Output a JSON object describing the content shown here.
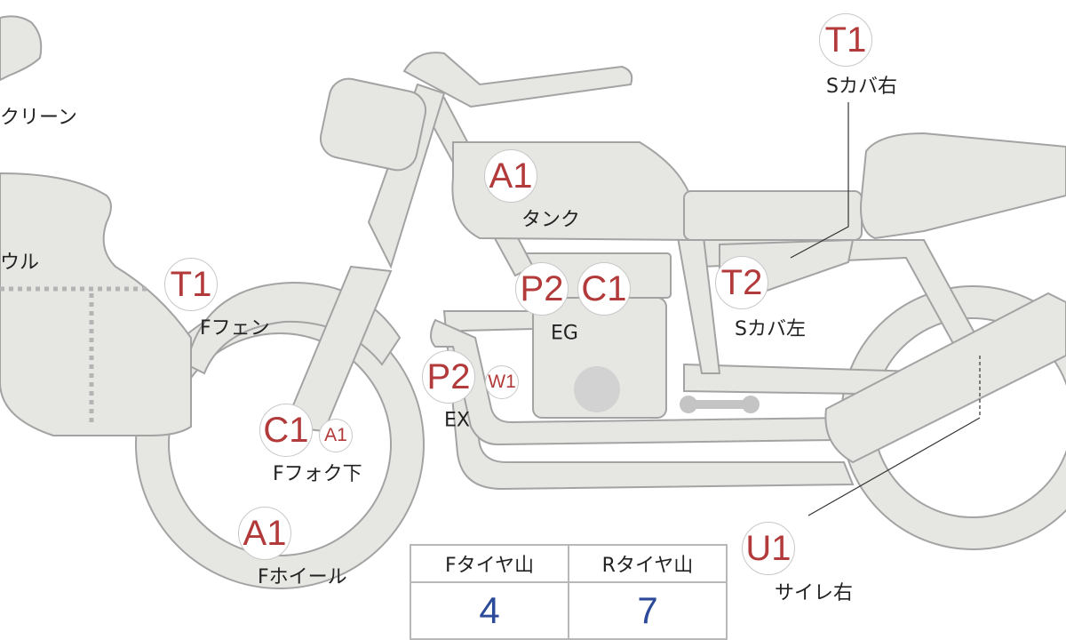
{
  "colors": {
    "part_fill": "#e6e6e3",
    "part_stroke": "#a3a3a3",
    "badge_text": "#b23a3a",
    "value_text": "#2c4a9a"
  },
  "badges": [
    {
      "code": "T1",
      "part": "Sカバ右"
    },
    {
      "code": "A1",
      "part": "タンク"
    },
    {
      "code": "T1",
      "part": "Fフェン"
    },
    {
      "code": "P2",
      "part": "EG"
    },
    {
      "code": "C1",
      "part": "EG"
    },
    {
      "code": "T2",
      "part": "Sカバ左"
    },
    {
      "code": "P2",
      "part": "EX"
    },
    {
      "code": "W1",
      "part": "EX"
    },
    {
      "code": "C1",
      "part": "Fフォク下"
    },
    {
      "code": "A1",
      "part": "Fフォク下"
    },
    {
      "code": "A1",
      "part": "Fホイール"
    },
    {
      "code": "U1",
      "part": "サイレ右"
    }
  ],
  "labels": {
    "screen": "スクリーン",
    "cowl": "カウル",
    "side_cover_right": "Sカバ右",
    "tank": "タンク",
    "front_fender": "Fフェン",
    "engine": "EG",
    "side_cover_left": "Sカバ左",
    "exhaust": "EX",
    "front_fork_lower": "Fフォク下",
    "front_wheel": "Fホイール",
    "silencer_right": "サイレ右"
  },
  "tire_table": {
    "headers": [
      "Fタイヤ山",
      "Rタイヤ山"
    ],
    "values": [
      "4",
      "7"
    ]
  }
}
